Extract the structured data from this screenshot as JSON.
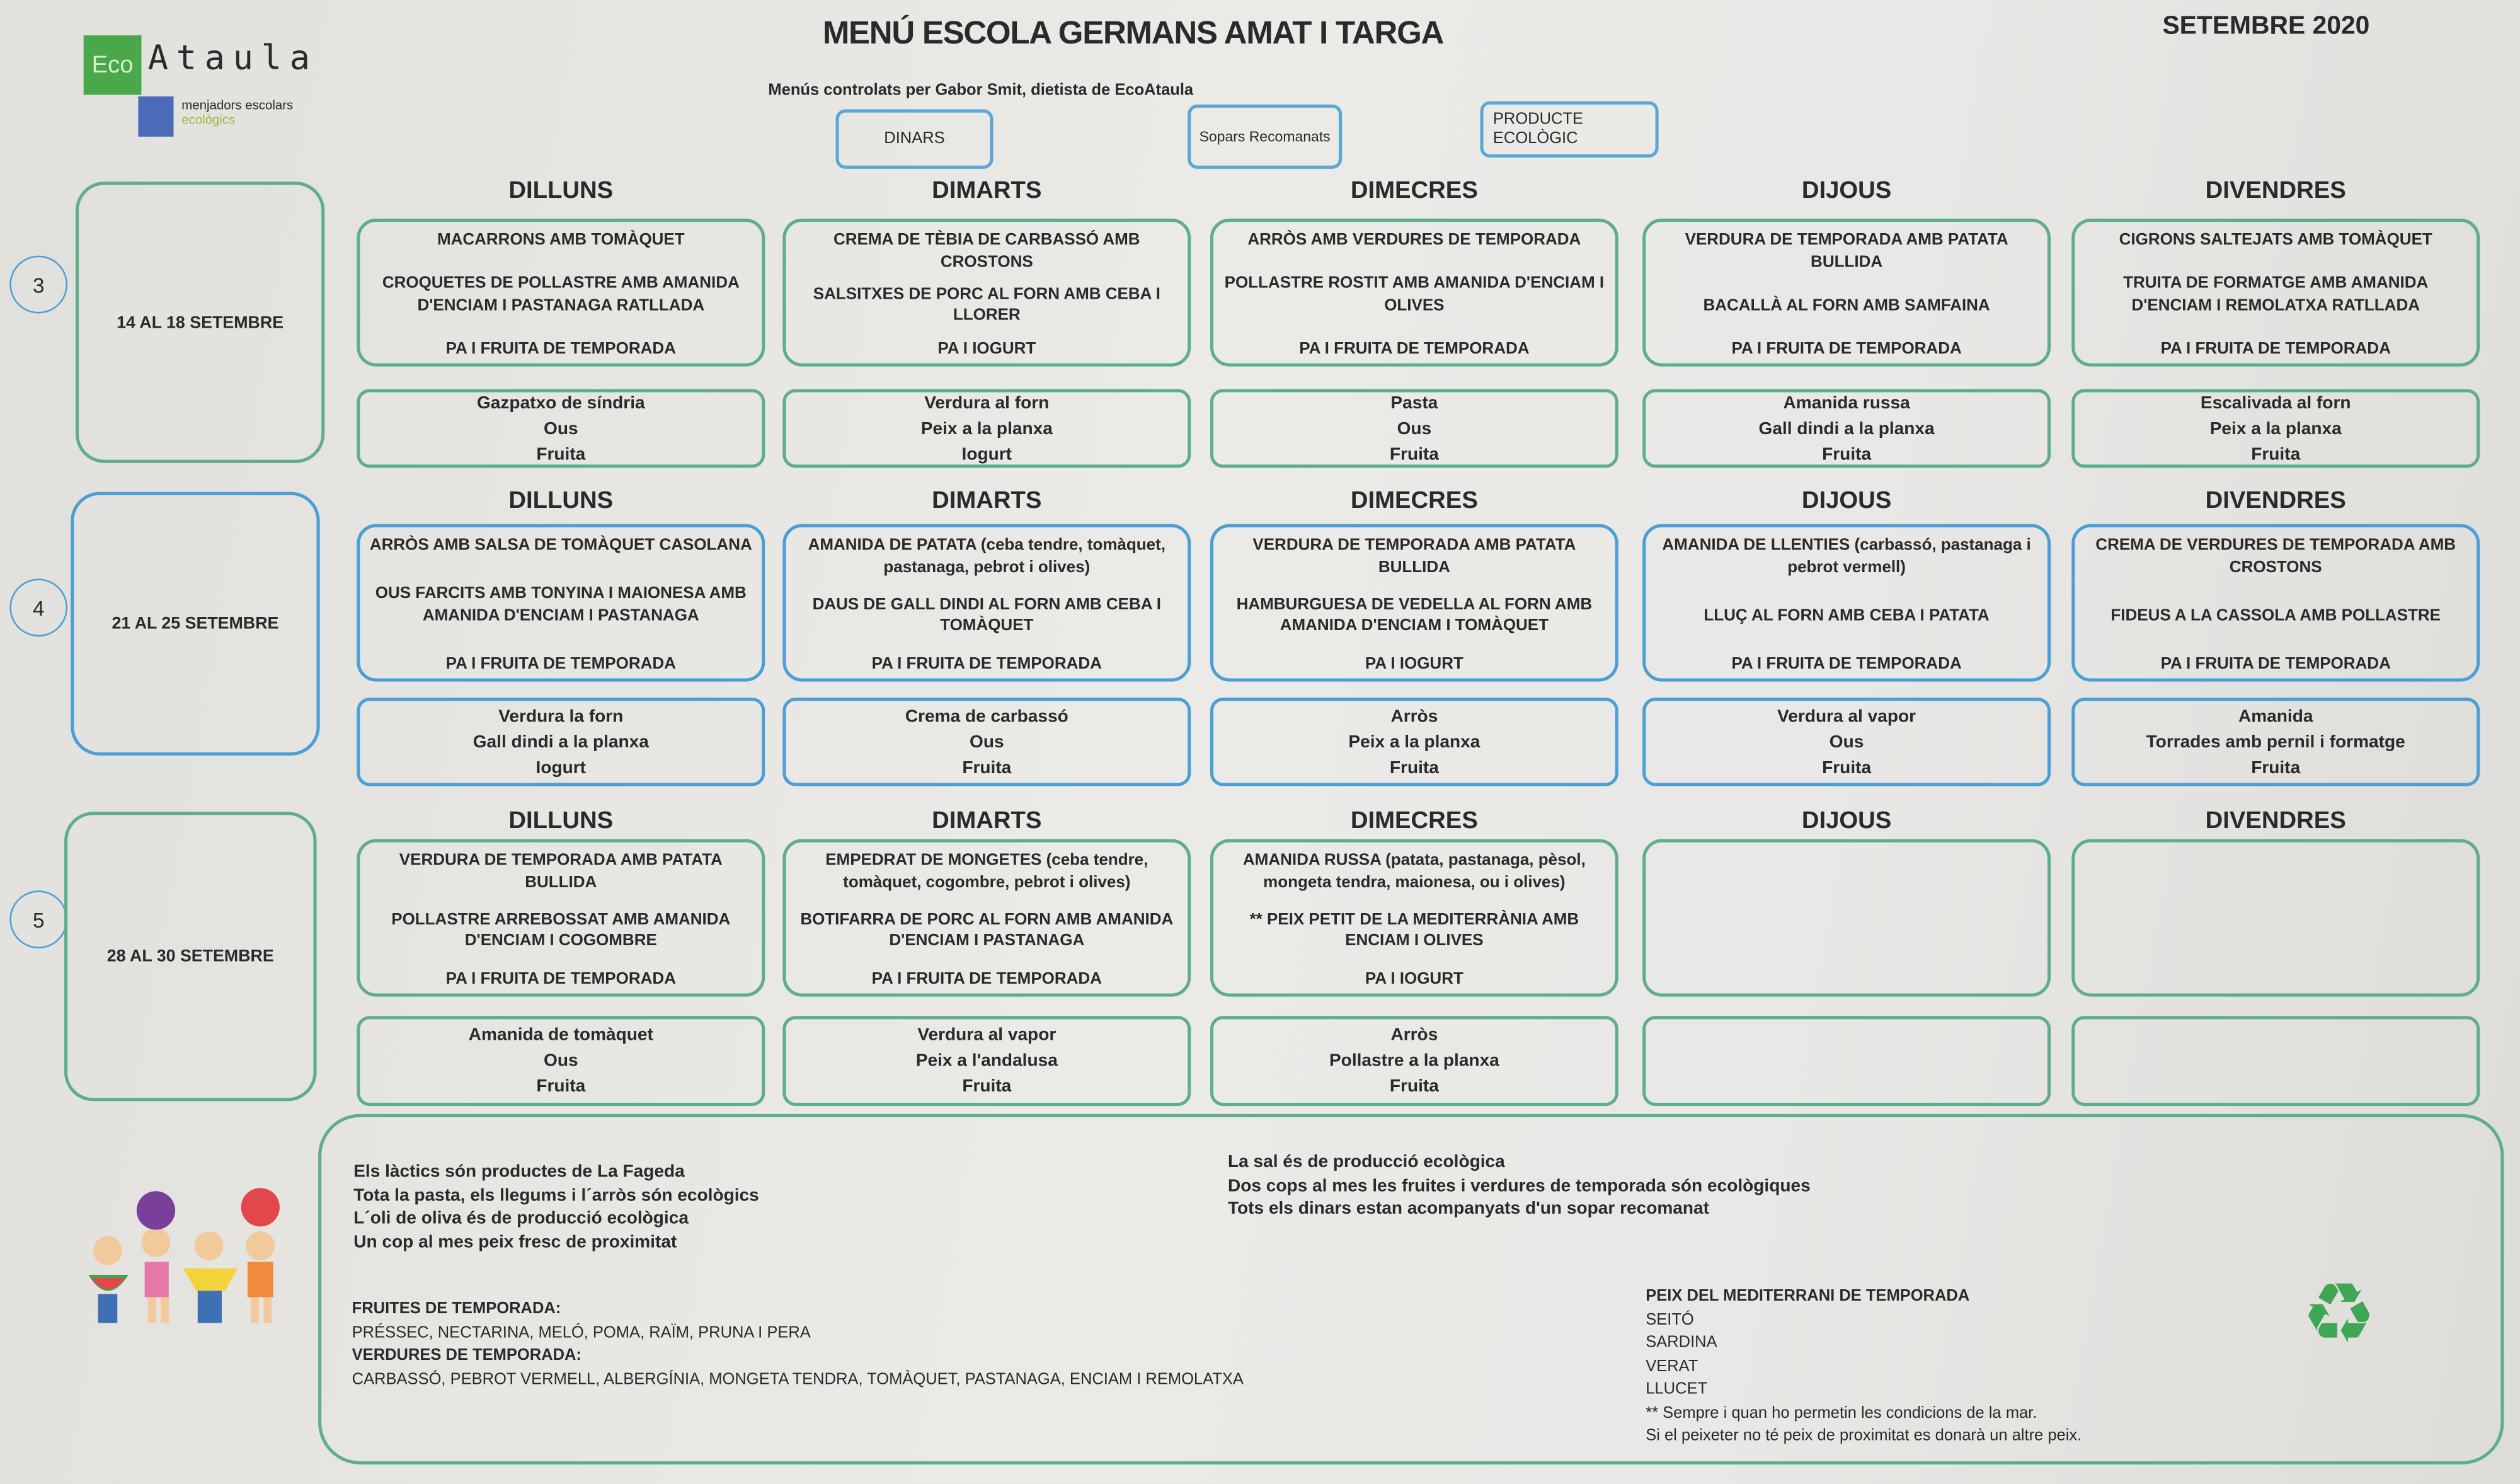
{
  "header": {
    "title": "MENÚ ESCOLA GERMANS AMAT I TARGA",
    "month": "SETEMBRE 2020",
    "subtitle": "Menús controlats per Gabor Smit, dietista de EcoAtaula",
    "logo": {
      "eco": "Eco",
      "name": "Ataula",
      "line1": "menjadors escolars",
      "line2": "ecològics"
    },
    "legend": [
      "DINARS",
      "Sopars Recomanats",
      "PRODUCTE ECOLÒGIC"
    ]
  },
  "colors": {
    "green_border": "#5fae8a",
    "blue_border": "#4b9fd5",
    "logo_green": "#4aa84a",
    "logo_blue": "#4a6bb8"
  },
  "weeks": [
    {
      "number": "3",
      "dates": "14 AL 18 SETEMBRE",
      "style": "green",
      "days": [
        {
          "name": "DILLUNS",
          "lunch": [
            "MACARRONS AMB TOMÀQUET",
            "CROQUETES DE POLLASTRE AMB AMANIDA D'ENCIAM I PASTANAGA RATLLADA",
            "PA I FRUITA DE TEMPORADA"
          ],
          "dinner": [
            "Gazpatxo de síndria",
            "Ous",
            "Fruita"
          ]
        },
        {
          "name": "DIMARTS",
          "lunch": [
            "CREMA DE TÈBIA DE CARBASSÓ AMB CROSTONS",
            "SALSITXES DE PORC AL FORN AMB CEBA I LLORER",
            "PA I IOGURT"
          ],
          "dinner": [
            "Verdura al forn",
            "Peix a la planxa",
            "Iogurt"
          ]
        },
        {
          "name": "DIMECRES",
          "lunch": [
            "ARRÒS AMB VERDURES DE TEMPORADA",
            "POLLASTRE ROSTIT AMB AMANIDA D'ENCIAM I OLIVES",
            "PA I FRUITA DE TEMPORADA"
          ],
          "dinner": [
            "Pasta",
            "Ous",
            "Fruita"
          ]
        },
        {
          "name": "DIJOUS",
          "lunch": [
            "VERDURA DE TEMPORADA AMB PATATA BULLIDA",
            "BACALLÀ AL FORN AMB SAMFAINA",
            "PA I FRUITA DE TEMPORADA"
          ],
          "dinner": [
            "Amanida russa",
            "Gall dindi a la planxa",
            "Fruita"
          ]
        },
        {
          "name": "DIVENDRES",
          "lunch": [
            "CIGRONS SALTEJATS AMB TOMÀQUET",
            "TRUITA DE FORMATGE AMB AMANIDA D'ENCIAM I REMOLATXA RATLLADA",
            "PA I FRUITA DE TEMPORADA"
          ],
          "dinner": [
            "Escalivada al forn",
            "Peix a la planxa",
            "Fruita"
          ]
        }
      ]
    },
    {
      "number": "4",
      "dates": "21 AL 25 SETEMBRE",
      "style": "blue",
      "days": [
        {
          "name": "DILLUNS",
          "lunch": [
            "ARRÒS AMB SALSA DE TOMÀQUET CASOLANA",
            "OUS FARCITS AMB TONYINA I MAIONESA AMB AMANIDA D'ENCIAM I PASTANAGA",
            "PA I FRUITA DE TEMPORADA"
          ],
          "dinner": [
            "Verdura la forn",
            "Gall dindi a la planxa",
            "Iogurt"
          ]
        },
        {
          "name": "DIMARTS",
          "lunch": [
            "AMANIDA DE PATATA (ceba tendre, tomàquet, pastanaga, pebrot i olives)",
            "DAUS DE GALL DINDI AL FORN AMB CEBA I TOMÀQUET",
            "PA I FRUITA DE TEMPORADA"
          ],
          "dinner": [
            "Crema de carbassó",
            "Ous",
            "Fruita"
          ]
        },
        {
          "name": "DIMECRES",
          "lunch": [
            "VERDURA DE TEMPORADA AMB PATATA BULLIDA",
            "HAMBURGUESA DE VEDELLA AL FORN AMB AMANIDA D'ENCIAM I TOMÀQUET",
            "PA I IOGURT"
          ],
          "dinner": [
            "Arròs",
            "Peix a la planxa",
            "Fruita"
          ]
        },
        {
          "name": "DIJOUS",
          "lunch": [
            "AMANIDA DE LLENTIES (carbassó, pastanaga i pebrot vermell)",
            "LLUÇ AL FORN AMB CEBA I PATATA",
            "PA I FRUITA DE TEMPORADA"
          ],
          "dinner": [
            "Verdura al vapor",
            "Ous",
            "Fruita"
          ]
        },
        {
          "name": "DIVENDRES",
          "lunch": [
            "CREMA DE VERDURES DE TEMPORADA AMB CROSTONS",
            "FIDEUS A LA CASSOLA AMB POLLASTRE",
            "PA I FRUITA DE TEMPORADA"
          ],
          "dinner": [
            "Amanida",
            "Torrades amb pernil i formatge",
            "Fruita"
          ]
        }
      ]
    },
    {
      "number": "5",
      "dates": "28 AL 30 SETEMBRE",
      "style": "green",
      "days": [
        {
          "name": "DILLUNS",
          "lunch": [
            "VERDURA DE TEMPORADA AMB PATATA BULLIDA",
            "POLLASTRE ARREBOSSAT AMB AMANIDA D'ENCIAM I COGOMBRE",
            "PA I FRUITA DE TEMPORADA"
          ],
          "dinner": [
            "Amanida de tomàquet",
            "Ous",
            "Fruita"
          ]
        },
        {
          "name": "DIMARTS",
          "lunch": [
            "EMPEDRAT DE MONGETES (ceba tendre, tomàquet, cogombre, pebrot i olives)",
            "BOTIFARRA DE PORC AL FORN AMB AMANIDA D'ENCIAM I PASTANAGA",
            "PA I FRUITA DE TEMPORADA"
          ],
          "dinner": [
            "Verdura al vapor",
            "Peix a l'andalusa",
            "Fruita"
          ]
        },
        {
          "name": "DIMECRES",
          "lunch": [
            "AMANIDA RUSSA (patata, pastanaga, pèsol, mongeta tendra, maionesa, ou i olives)",
            "** PEIX PETIT DE LA MEDITERRÀNIA AMB ENCIAM I OLIVES",
            "PA I IOGURT"
          ],
          "dinner": [
            "Arròs",
            "Pollastre a la planxa",
            "Fruita"
          ]
        },
        {
          "name": "DIJOUS",
          "lunch": [],
          "dinner": []
        },
        {
          "name": "DIVENDRES",
          "lunch": [],
          "dinner": []
        }
      ]
    }
  ],
  "footer": {
    "notes_left": [
      "Els làctics són productes de La Fageda",
      "Tota la pasta, els llegums i l´arròs són ecològics",
      "L´oli de oliva és de producció ecològica",
      "Un cop al mes peix fresc de proximitat"
    ],
    "notes_right": [
      "La sal és de producció ecològica",
      "Dos cops al mes  les fruites i verdures de temporada són ecològiques",
      "Tots els dinars estan acompanyats d'un sopar recomanat"
    ],
    "fruits_title": "FRUITES DE TEMPORADA:",
    "fruits": "PRÉSSEC, NECTARINA, MELÓ, POMA, RAÏM, PRUNA I PERA",
    "veg_title": "VERDURES DE TEMPORADA:",
    "veg": "CARBASSÓ, PEBROT VERMELL, ALBERGÍNIA, MONGETA TENDRA, TOMÀQUET, PASTANAGA, ENCIAM I REMOLATXA",
    "fish_title": "PEIX DEL MEDITERRANI DE TEMPORADA",
    "fish": [
      "SEITÓ",
      "SARDINA",
      "VERAT",
      "LLUCET"
    ],
    "fish_note1": "** Sempre i quan ho permetin les condicions de la mar.",
    "fish_note2": "Si el peixeter no té peix de proximitat es donarà un altre peix."
  }
}
